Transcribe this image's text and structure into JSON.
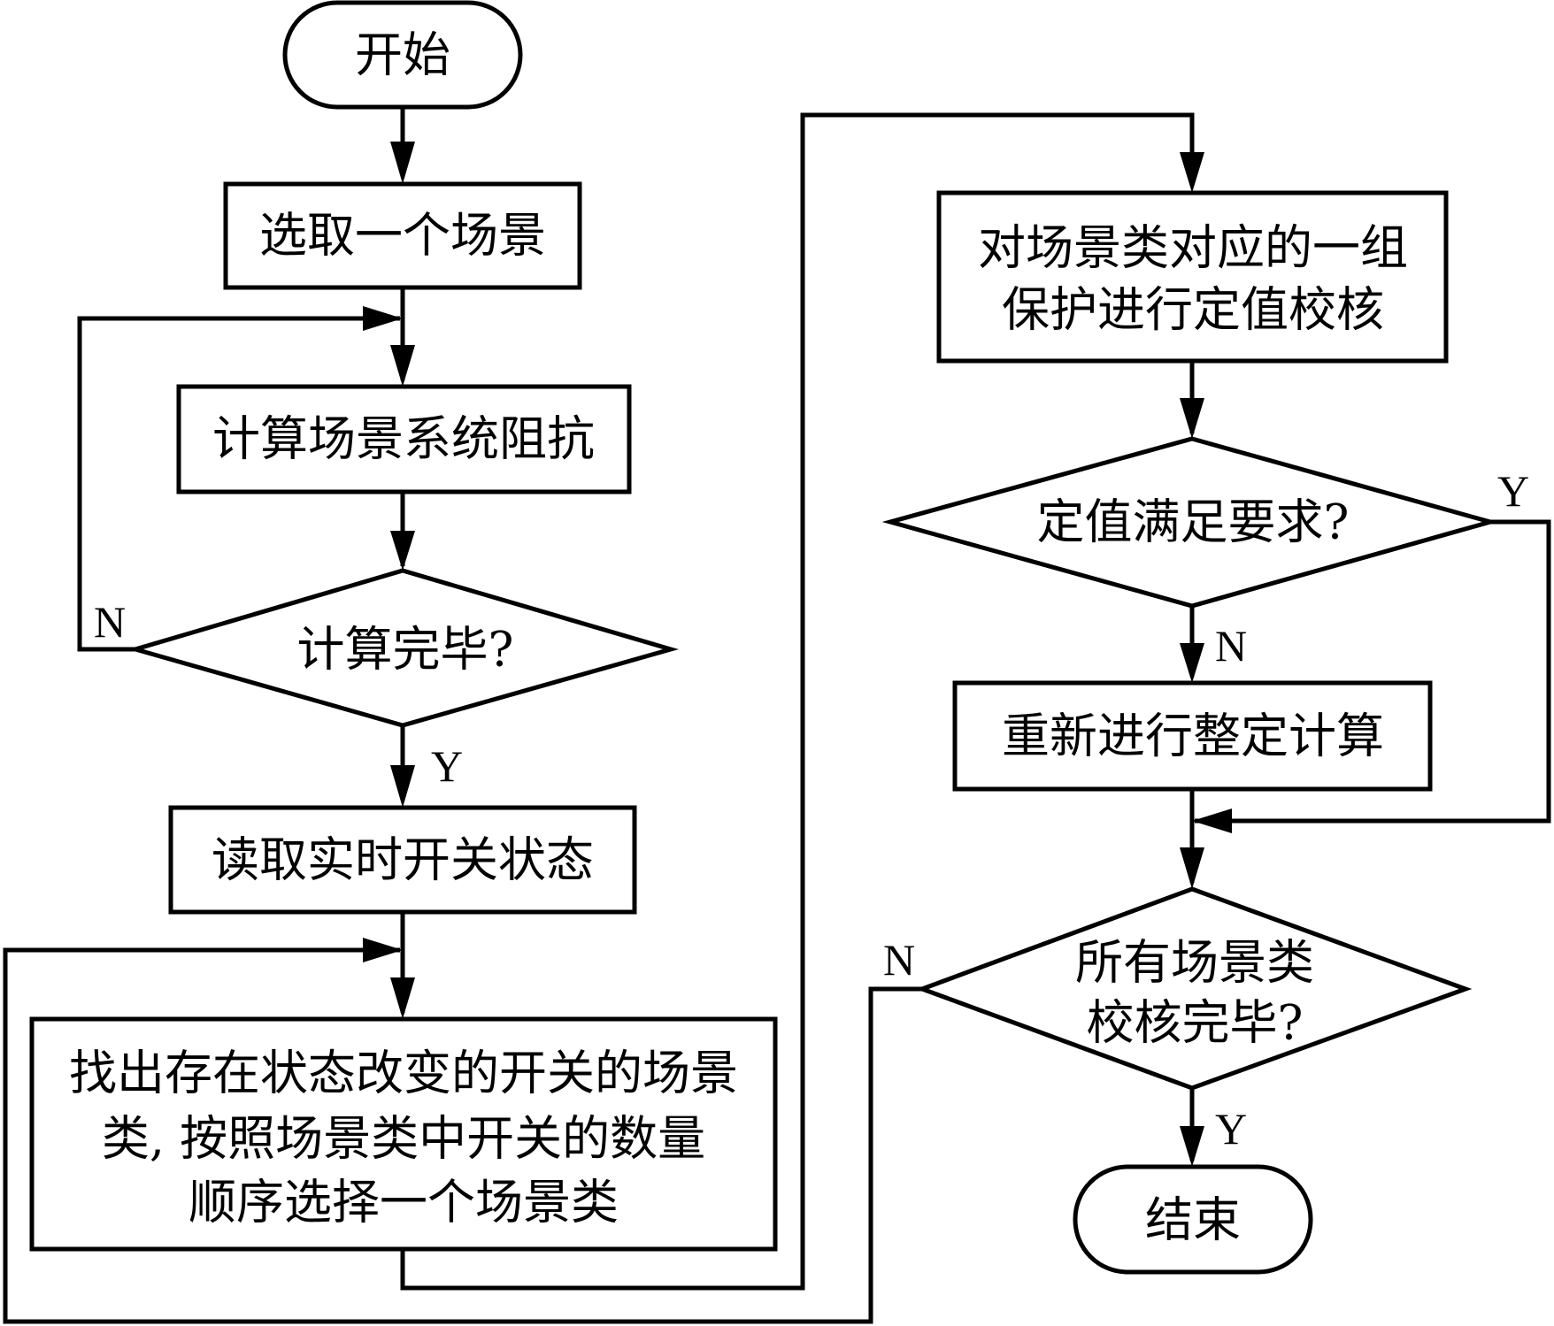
{
  "diagram": {
    "type": "flowchart",
    "nodes": {
      "start": {
        "kind": "terminal",
        "text": "开始"
      },
      "select_scene": {
        "kind": "process",
        "text": "选取一个场景"
      },
      "calc_impedance": {
        "kind": "process",
        "text": "计算场景系统阻抗"
      },
      "calc_done": {
        "kind": "decision",
        "text": "计算完毕?"
      },
      "read_switch": {
        "kind": "process",
        "text": "读取实时开关状态"
      },
      "find_class": {
        "kind": "process",
        "lines": [
          "找出存在状态改变的开关的场景",
          "类, 按照场景类中开关的数量",
          "顺序选择一个场景类"
        ]
      },
      "check_settings": {
        "kind": "process",
        "lines": [
          "对场景类对应的一组",
          "保护进行定值校核"
        ]
      },
      "settings_ok": {
        "kind": "decision",
        "text": "定值满足要求?"
      },
      "recalc": {
        "kind": "process",
        "text": "重新进行整定计算"
      },
      "all_checked": {
        "kind": "decision",
        "lines": [
          "所有场景类",
          "校核完毕?"
        ]
      },
      "end": {
        "kind": "terminal",
        "text": "结束"
      }
    },
    "edges": [
      {
        "from": "start",
        "to": "select_scene"
      },
      {
        "from": "select_scene",
        "to": "calc_impedance"
      },
      {
        "from": "calc_impedance",
        "to": "calc_done"
      },
      {
        "from": "calc_done",
        "to": "calc_impedance",
        "label": "N"
      },
      {
        "from": "calc_done",
        "to": "read_switch",
        "label": "Y"
      },
      {
        "from": "read_switch",
        "to": "find_class"
      },
      {
        "from": "find_class",
        "to": "check_settings"
      },
      {
        "from": "check_settings",
        "to": "settings_ok"
      },
      {
        "from": "settings_ok",
        "to": "recalc",
        "label": "N"
      },
      {
        "from": "settings_ok",
        "to": "all_checked",
        "label": "Y"
      },
      {
        "from": "recalc",
        "to": "all_checked"
      },
      {
        "from": "all_checked",
        "to": "find_class",
        "label": "N"
      },
      {
        "from": "all_checked",
        "to": "end",
        "label": "Y"
      }
    ],
    "branch_labels": {
      "yes": "Y",
      "no": "N"
    }
  }
}
